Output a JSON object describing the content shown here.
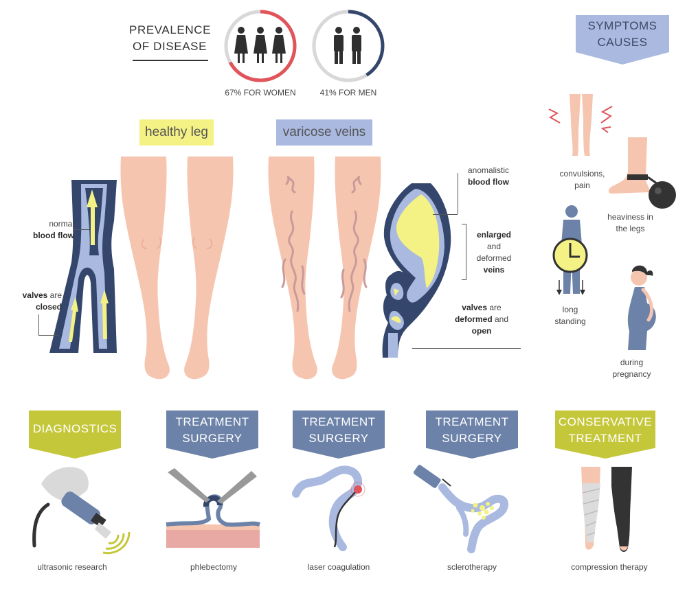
{
  "prevalence": {
    "title_line1": "PREVALENCE",
    "title_line2": "OF DISEASE",
    "women_caption": "67% FOR WOMEN",
    "men_caption": "41% FOR MEN",
    "women_percent": 67,
    "men_percent": 41
  },
  "legs": {
    "healthy_label": "healthy leg",
    "varicose_label": "varicose veins"
  },
  "healthy_vein": {
    "flow_line1": "normal",
    "flow_line2": "blood flow",
    "valves_a": "valves",
    "valves_b": "are",
    "valves_c": "closed"
  },
  "varicose_vein": {
    "anom_line1": "anomalistic",
    "anom_line2": "blood flow",
    "enl_line1": "enlarged",
    "enl_line2": "and",
    "enl_line3": "deformed",
    "enl_line4": "veins",
    "val_a": "valves",
    "val_b": "are",
    "val_c": "deformed",
    "val_d": "and",
    "val_e": "open"
  },
  "symptoms": {
    "banner_line1": "SYMPTOMS",
    "banner_line2": "CAUSES",
    "convulsions_line1": "convulsions,",
    "convulsions_line2": "pain",
    "heaviness_line1": "heaviness in",
    "heaviness_line2": "the legs",
    "standing_line1": "long",
    "standing_line2": "standing",
    "pregnancy_line1": "during",
    "pregnancy_line2": "pregnancy"
  },
  "treatments": [
    {
      "line1": "DIAGNOSTICS",
      "line2": "",
      "caption": "ultrasonic research"
    },
    {
      "line1": "TREATMENT",
      "line2": "SURGERY",
      "caption": "phlebectomy"
    },
    {
      "line1": "TREATMENT",
      "line2": "SURGERY",
      "caption": "laser coagulation"
    },
    {
      "line1": "TREATMENT",
      "line2": "SURGERY",
      "caption": "sclerotherapy"
    },
    {
      "line1": "CONSERVATIVE",
      "line2": "TREATMENT",
      "caption": "compression therapy"
    }
  ],
  "colors": {
    "yellow": "#f4f285",
    "lavender": "#a9b9e0",
    "slate_blue": "#6c82a8",
    "olive": "#c5c73a",
    "navy": "#34466b",
    "skin": "#f6c5b0",
    "red": "#e0545a"
  }
}
